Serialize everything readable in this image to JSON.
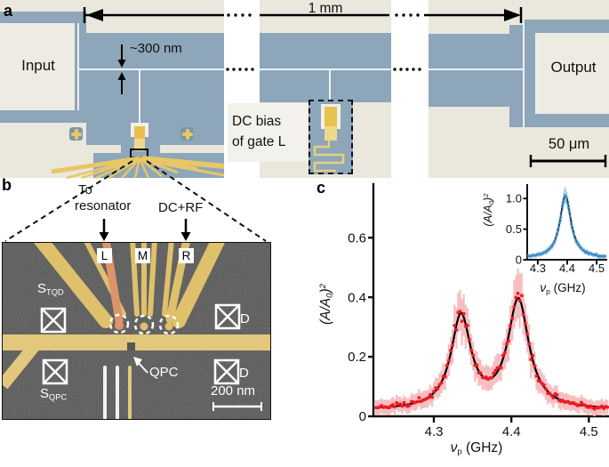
{
  "panel_a": {
    "label": "a",
    "length_annotation": "1 mm",
    "gap_annotation": "~300 nm",
    "input_label": "Input",
    "output_label": "Output",
    "dc_bias_line1": "DC bias",
    "dc_bias_line2": "of gate L",
    "scale_bar": "50 μm"
  },
  "panel_b": {
    "label": "b",
    "to_resonator_line1": "To",
    "to_resonator_line2": "resonator",
    "dc_rf": "DC+RF",
    "gate_l": "L",
    "gate_m": "M",
    "gate_r": "R",
    "source_tqd": {
      "symbol": "S",
      "sub": "TQD"
    },
    "source_qpc": {
      "symbol": "S",
      "sub": "QPC"
    },
    "drain_top": "D",
    "drain_bottom": "D",
    "qpc": "QPC",
    "scale_bar": "200 nm"
  },
  "panel_c": {
    "label": "c",
    "axis": {
      "y_pre": "(A/A",
      "y_sub": "0",
      "y_close": ")",
      "y_exp": "2",
      "x_nu": "ν",
      "x_sub": "p",
      "x_unit": " (GHz)"
    }
  },
  "chart_data": [
    {
      "role": "main",
      "type": "scatter+line",
      "title": "",
      "xlabel": "νp (GHz)",
      "ylabel": "(A/A0)²",
      "xlim": [
        4.222,
        4.526
      ],
      "ylim": [
        0,
        0.78
      ],
      "xticks": [
        4.3,
        4.4,
        4.5
      ],
      "xtick_labels": [
        "4.3",
        "4.4",
        "4.5"
      ],
      "yticks": [
        0,
        0.2,
        0.4,
        0.6
      ],
      "ytick_labels": [
        "0",
        "0.2",
        "0.4",
        "0.6"
      ],
      "grid": false,
      "baseline": 0.02,
      "peaks": [
        {
          "center": 4.335,
          "amplitude": 0.31,
          "hwhm": 0.0155
        },
        {
          "center": 4.409,
          "amplitude": 0.365,
          "hwhm": 0.0165
        }
      ],
      "fit_curve_samples": [
        [
          4.23,
          0.026
        ],
        [
          4.26,
          0.038
        ],
        [
          4.29,
          0.07
        ],
        [
          4.305,
          0.11
        ],
        [
          4.32,
          0.2
        ],
        [
          4.335,
          0.35
        ],
        [
          4.35,
          0.25
        ],
        [
          4.362,
          0.14
        ],
        [
          4.372,
          0.11
        ],
        [
          4.385,
          0.14
        ],
        [
          4.395,
          0.23
        ],
        [
          4.409,
          0.4
        ],
        [
          4.42,
          0.33
        ],
        [
          4.433,
          0.19
        ],
        [
          4.448,
          0.12
        ],
        [
          4.47,
          0.08
        ],
        [
          4.5,
          0.05
        ],
        [
          4.525,
          0.032
        ]
      ],
      "n_points": 125,
      "colors": {
        "scatter": "#ed1c24",
        "error_band": "#f8bdc0",
        "fit_line": "#000000",
        "axis": "#111111"
      }
    },
    {
      "role": "inset",
      "type": "scatter+line",
      "title": "",
      "xlabel": "νp (GHz)",
      "ylabel": "(A/A0)²",
      "xlim": [
        4.264,
        4.533
      ],
      "ylim": [
        0,
        1.22
      ],
      "xticks": [
        4.3,
        4.4,
        4.5
      ],
      "xtick_labels": [
        "4.3",
        "4.4",
        "4.5"
      ],
      "yticks": [
        0,
        0.5,
        1.0
      ],
      "ytick_labels": [
        "0",
        "0.5",
        "1.0"
      ],
      "grid": false,
      "baseline": 0.025,
      "peaks": [
        {
          "center": 4.394,
          "amplitude": 1.02,
          "hwhm": 0.023
        }
      ],
      "fit_curve_samples": [
        [
          4.27,
          0.05
        ],
        [
          4.3,
          0.07
        ],
        [
          4.33,
          0.11
        ],
        [
          4.355,
          0.2
        ],
        [
          4.375,
          0.45
        ],
        [
          4.385,
          0.75
        ],
        [
          4.394,
          1.05
        ],
        [
          4.405,
          0.85
        ],
        [
          4.415,
          0.52
        ],
        [
          4.43,
          0.28
        ],
        [
          4.45,
          0.16
        ],
        [
          4.48,
          0.09
        ],
        [
          4.51,
          0.06
        ],
        [
          4.53,
          0.05
        ]
      ],
      "n_points": 95,
      "colors": {
        "scatter": "#3f8fc5",
        "error_band": "#abd0e9",
        "fit_line": "#14375e",
        "axis": "#111111"
      }
    }
  ]
}
